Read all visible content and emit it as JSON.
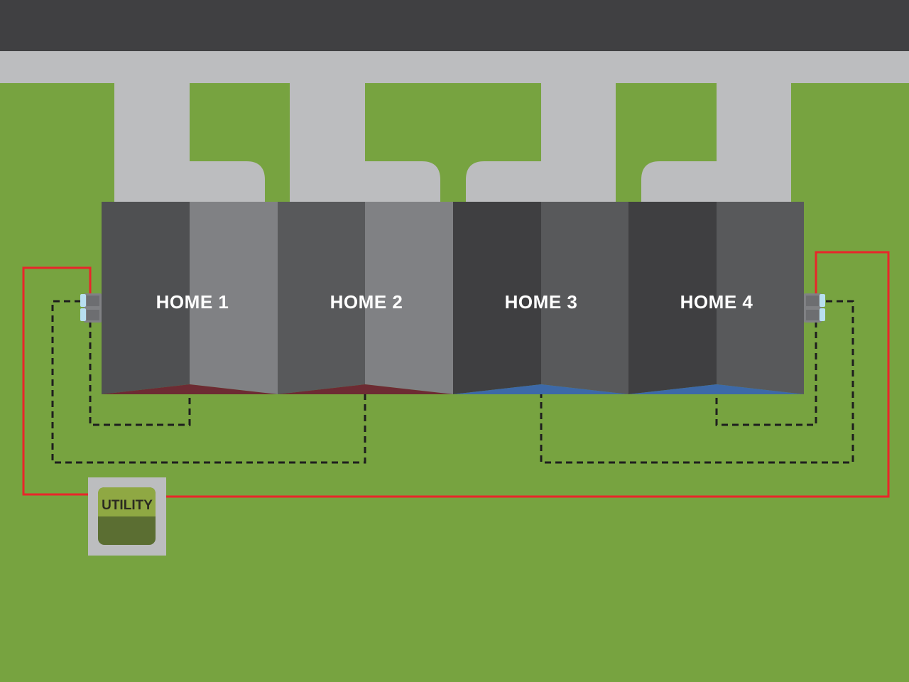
{
  "homes": [
    {
      "label": "HOME 1"
    },
    {
      "label": "HOME 2"
    },
    {
      "label": "HOME 3"
    },
    {
      "label": "HOME 4"
    }
  ],
  "utility": {
    "label": "UTILITY"
  },
  "colors": {
    "grass": "#77a340",
    "street": "#404042",
    "pavement": "#bcbdbf",
    "roof_dark_a": "#4f5052",
    "roof_light_a": "#808184",
    "roof_dark_b": "#3f3f41",
    "roof_light_b": "#58595b",
    "eave_red": "#6d2b33",
    "eave_blue": "#3d69a8",
    "power_line": "#e8262a",
    "dashed_line": "#1e1e1e",
    "meter": "#b8dff0",
    "utility_box_top": "#8fa843",
    "utility_box_bottom": "#5b6e32",
    "utility_pad": "#bcbdbf"
  }
}
